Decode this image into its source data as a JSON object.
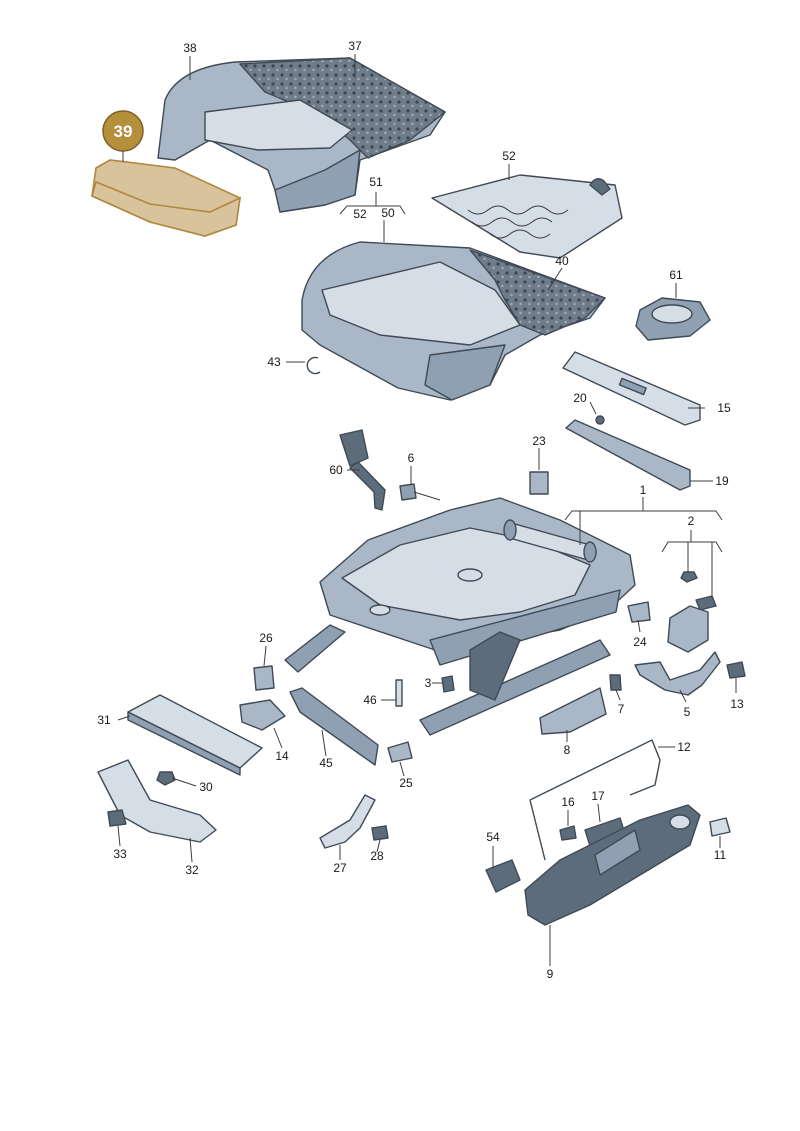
{
  "highlight": {
    "label": "39",
    "color": "#b48f3c"
  },
  "part_labels": {
    "p1": "1",
    "p2": "2",
    "p3": "3",
    "p5": "5",
    "p6": "6",
    "p7": "7",
    "p8": "8",
    "p9": "9",
    "p11": "11",
    "p12": "12",
    "p13": "13",
    "p14": "14",
    "p15": "15",
    "p16": "16",
    "p17": "17",
    "p19": "19",
    "p20": "20",
    "p23": "23",
    "p24": "24",
    "p25": "25",
    "p26": "26",
    "p27": "27",
    "p28": "28",
    "p30": "30",
    "p31": "31",
    "p32": "32",
    "p33": "33",
    "p37": "37",
    "p38": "38",
    "p40": "40",
    "p43": "43",
    "p45": "45",
    "p46": "46",
    "p50": "50",
    "p51": "51",
    "p52": "52",
    "p52b": "52",
    "p54": "54",
    "p60": "60",
    "p61": "61"
  },
  "colors": {
    "part_fill": "#a9b7c6",
    "part_stroke": "#3f4a55",
    "foam": "#6f7c8a",
    "highlight_fill": "#d8c39c"
  }
}
